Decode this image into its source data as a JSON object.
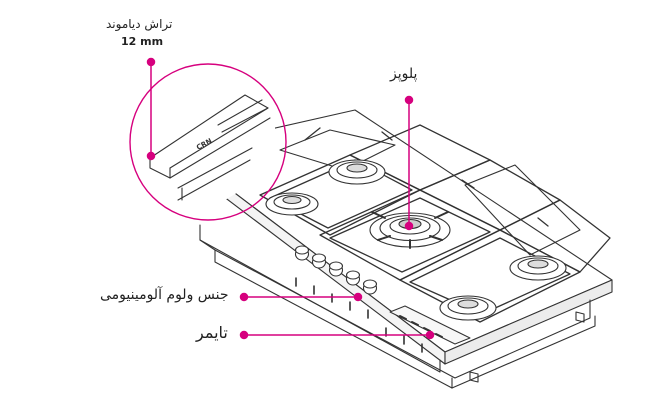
{
  "callouts": {
    "diamond": {
      "title": "تراش دیاموند",
      "size": "12 mm"
    },
    "burner": {
      "title": "پلوپز"
    },
    "knobs": {
      "title": "جنس ولوم آلومینیومی"
    },
    "timer": {
      "title": "تایمر"
    }
  },
  "product": {
    "logo_text": "CRN"
  },
  "colors": {
    "accent": "#d6007e",
    "line": "#333333",
    "glass": "#ffffff"
  }
}
